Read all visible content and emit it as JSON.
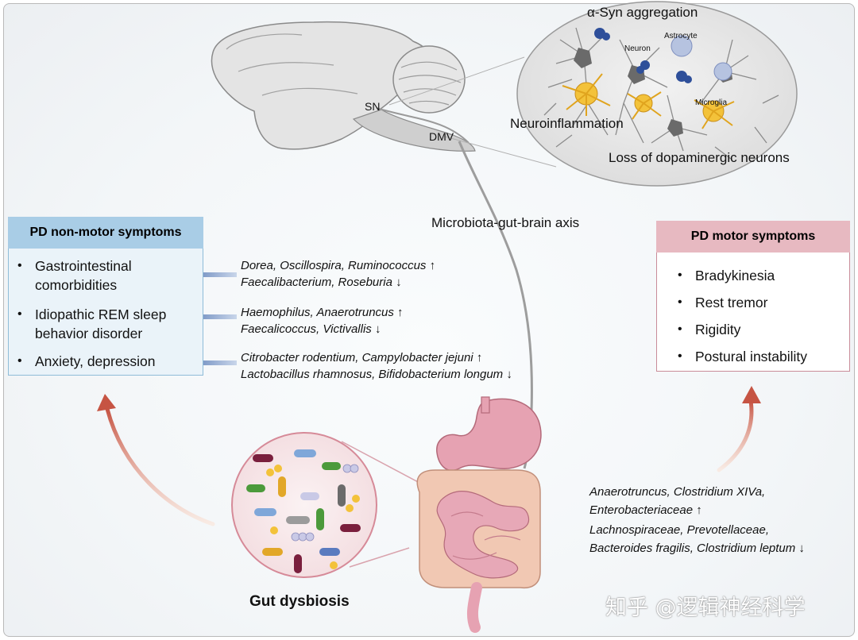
{
  "brain": {
    "aggregation": "α-Syn aggregation",
    "astrocyte": "Astrocyte",
    "neuron": "Neuron",
    "microglia": "Microglia",
    "neuroinflammation": "Neuroinflammation",
    "loss": "Loss of dopaminergic neurons",
    "sn": "SN",
    "dmv": "DMV"
  },
  "axis_label": "Microbiota-gut-brain axis",
  "non_motor": {
    "title": "PD non-motor symptoms",
    "items": [
      {
        "line1": "Gastrointestinal",
        "line2": "comorbidities"
      },
      {
        "line1": "Idiopathic REM sleep",
        "line2": "behavior disorder"
      },
      {
        "line1": "Anxiety, depression",
        "line2": ""
      }
    ]
  },
  "non_motor_bacteria": [
    {
      "up": "Dorea, Oscillospira, Ruminococcus ↑",
      "down": "Faecalibacterium, Roseburia ↓"
    },
    {
      "up": "Haemophilus, Anaerotruncus ↑",
      "down": "Faecalicoccus, Victivallis ↓"
    },
    {
      "up": "Citrobacter rodentium, Campylobacter jejuni ↑",
      "down": "Lactobacillus rhamnosus, Bifidobacterium longum ↓"
    }
  ],
  "motor": {
    "title": "PD motor symptoms",
    "items": [
      "Bradykinesia",
      "Rest tremor",
      "Rigidity",
      "Postural instability"
    ]
  },
  "motor_bacteria": {
    "line1": "Anaerotruncus, Clostridium XIVa,",
    "line2": "Enterobacteriaceae ↑",
    "line3": "Lachnospiraceae, Prevotellaceae,",
    "line4": "Bacteroides fragilis, Clostridium leptum ↓"
  },
  "gut_label": "Gut dysbiosis",
  "watermark": "知乎 @逻辑神经科学",
  "colors": {
    "nonmotor_header": "#a9cde6",
    "nonmotor_fill": "#eaf3f9",
    "motor_header": "#e7b9c1",
    "motor_border": "#c98c99",
    "arrow_blue": "#5b7fb8",
    "arrow_red": "#c8614f"
  }
}
